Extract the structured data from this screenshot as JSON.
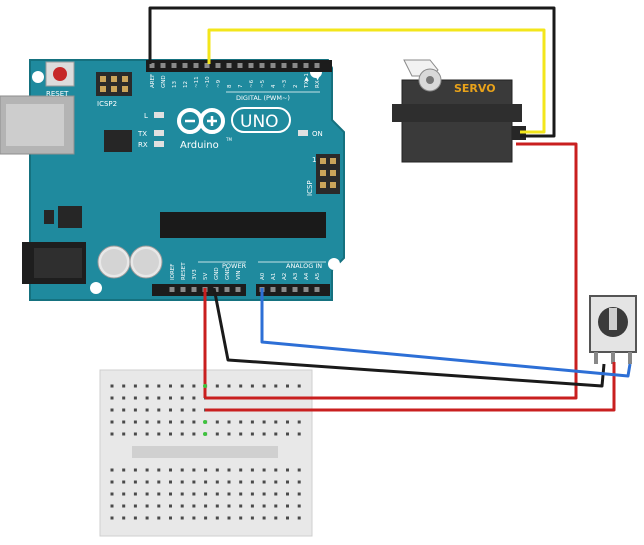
{
  "board": {
    "reset_label": "RESET",
    "icsp2_label": "ICSP2",
    "icsp_label": "ICSP",
    "icsp_pin1": "1",
    "l_label": "L",
    "tx_label": "TX",
    "rx_label": "RX",
    "on_label": "ON",
    "uno_label": "UNO",
    "brand_label": "Arduino",
    "tm_label": "TM",
    "digital_label": "DIGITAL (PWM~)",
    "power_label": "POWER",
    "analog_label": "ANALOG IN",
    "digital_pins": [
      "AREF",
      "GND",
      "13",
      "12",
      "~11",
      "~10",
      "~9",
      "8",
      "7",
      "~6",
      "~5",
      "4",
      "~3",
      "2",
      "TX▶1",
      "RX◀0"
    ],
    "power_pins": [
      "IOREF",
      "RESET",
      "3V3",
      "5V",
      "GND",
      "GND",
      "VIN"
    ],
    "analog_pins": [
      "A0",
      "A1",
      "A2",
      "A3",
      "A4",
      "A5"
    ]
  },
  "servo": {
    "label": "SERVO"
  },
  "colors": {
    "board": "#1f8a9e",
    "board_dark": "#16707f",
    "wire_red": "#c91f1f",
    "wire_black": "#1a1a1a",
    "wire_yellow": "#f3e61b",
    "wire_blue": "#2d6fd6",
    "servo_body": "#3a3a3a",
    "servo_label": "#e8a21a",
    "breadboard": "#e8e8e8"
  },
  "icons": {
    "servo": "servo-motor-icon",
    "potentiometer": "potentiometer-icon",
    "breadboard": "breadboard-icon",
    "board": "arduino-uno-board"
  }
}
